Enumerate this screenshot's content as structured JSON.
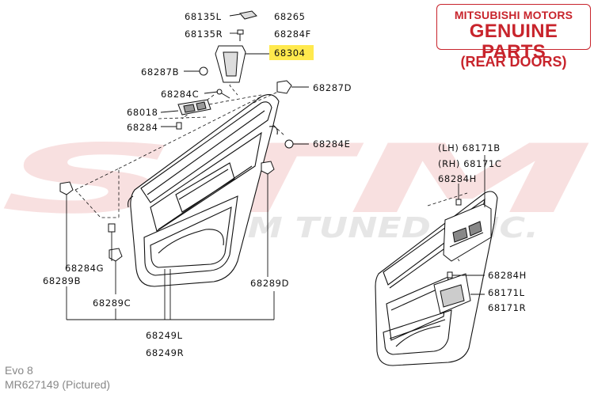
{
  "watermark": {
    "big": "STM",
    "small": "STM TUNED, INC."
  },
  "brand": {
    "line1": "MITSUBISHI MOTORS",
    "line2": "GENUINE PARTS",
    "subtitle": "(REAR DOORS)",
    "color": "#c8242c"
  },
  "highlight_color": "#ffe94d",
  "parts": {
    "p68135L": "68135L",
    "p68135R": "68135R",
    "p68265": "68265",
    "p68284F": "68284F",
    "p68304": "68304",
    "p68287B": "68287B",
    "p68287D": "68287D",
    "p68284C": "68284C",
    "p68018": "68018",
    "p68284": "68284",
    "p68284E": "68284E",
    "p68284G": "68284G",
    "p68289B": "68289B",
    "p68289C": "68289C",
    "p68289D": "68289D",
    "p68249L": "68249L",
    "p68249R": "68249R",
    "p68171B": "(LH) 68171B",
    "p68171C": "(RH) 68171C",
    "p68284H_top": "68284H",
    "p68284H": "68284H",
    "p68171L": "68171L",
    "p68171R": "68171R"
  },
  "footer": {
    "line1": "Evo 8",
    "line2": "MR627149  (Pictured)"
  }
}
